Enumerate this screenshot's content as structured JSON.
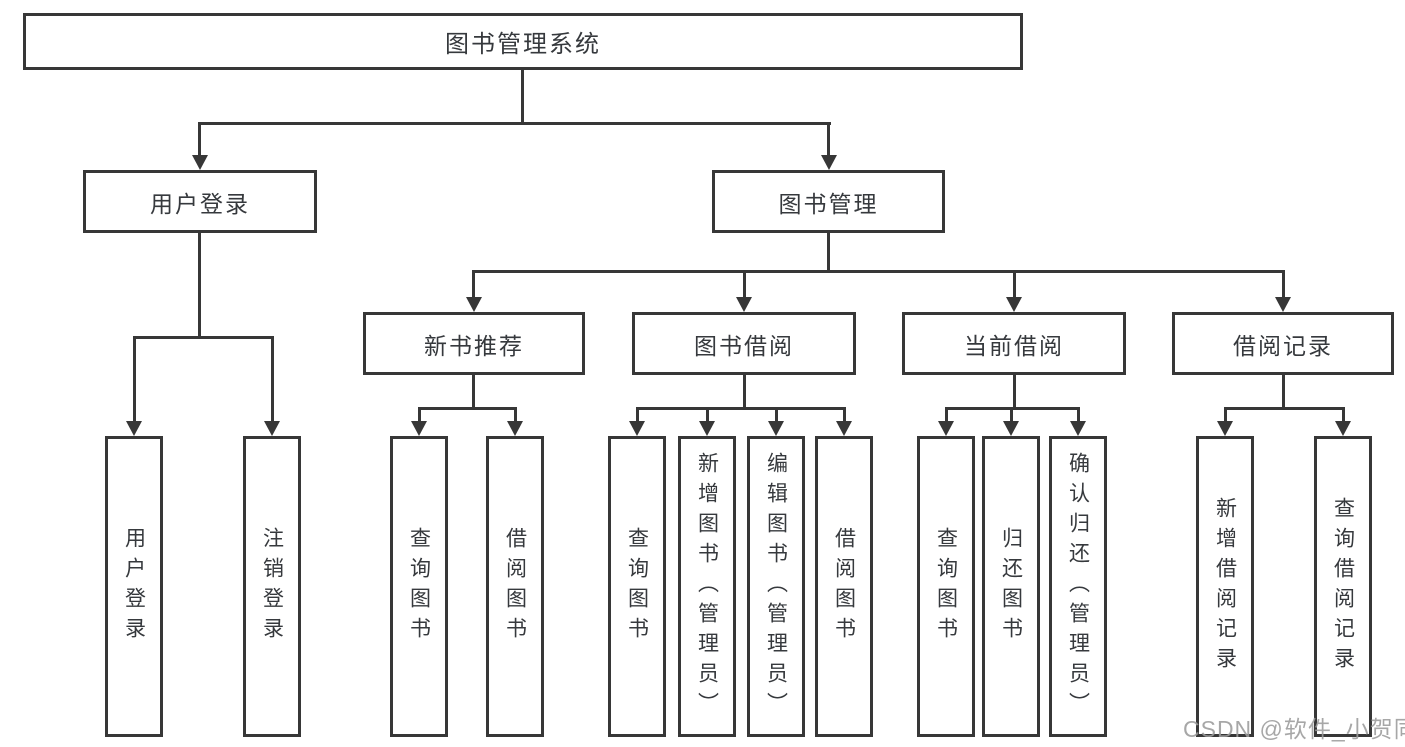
{
  "diagram": {
    "nodes": {
      "root": "图书管理系统",
      "user_login": "用户登录",
      "book_mgmt": "图书管理",
      "new_books": "新书推荐",
      "book_borrow": "图书借阅",
      "current_borrow": "当前借阅",
      "borrow_records": "借阅记录"
    },
    "leaves": {
      "user_login": [
        "用户登录",
        "注销登录"
      ],
      "new_books": [
        "查询图书",
        "借阅图书"
      ],
      "book_borrow": [
        "查询图书",
        "新增图书（管理员）",
        "编辑图书（管理员）",
        "借阅图书"
      ],
      "current_borrow": [
        "查询图书",
        "归还图书",
        "确认归还（管理员）"
      ],
      "borrow_records": [
        "新增借阅记录",
        "查询借阅记录"
      ]
    }
  },
  "watermark": "CSDN @软件_小贺同学",
  "colors": {
    "line": "#373737",
    "text": "#36393d",
    "background": "#ffffff",
    "watermark": "#9c9c9c"
  }
}
